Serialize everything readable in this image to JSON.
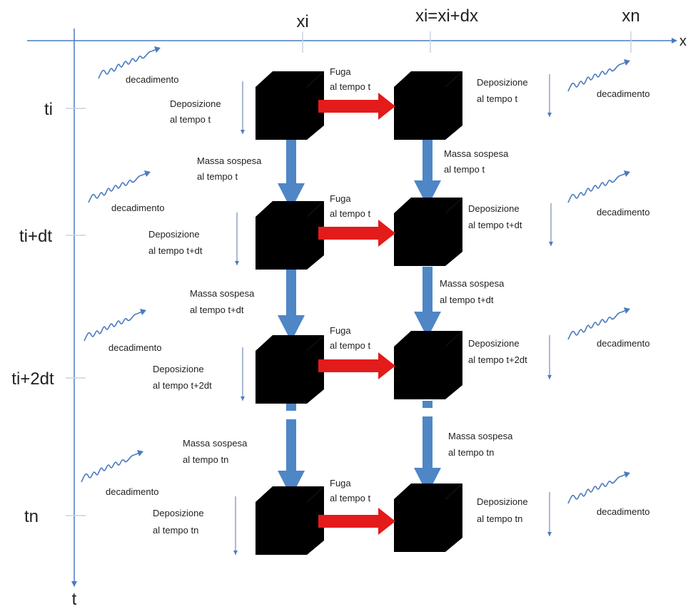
{
  "axes": {
    "x_tick_labels": [
      "xi",
      "xi=xi+dx",
      "xn"
    ],
    "x_axis_label": "x",
    "t_axis_label": "t",
    "t_tick_labels": [
      "ti",
      "ti+dt",
      "ti+2dt",
      "tn"
    ]
  },
  "labels": {
    "decay": "decadimento",
    "deposition": "Deposizione",
    "leak": "Fuga",
    "leak_time": "al tempo t",
    "suspended": "Massa sospesa"
  },
  "rows": [
    {
      "dep_time": "al tempo t",
      "susp_time": "al tempo t"
    },
    {
      "dep_time": "al tempo t+dt",
      "susp_time": "al tempo t+dt"
    },
    {
      "dep_time": "al tempo t+2dt",
      "susp_time": "al tempo tn"
    },
    {
      "dep_time": "al tempo tn"
    }
  ],
  "colors": {
    "axis": "#4a7bbf",
    "flow_arrow": "#4f86c6",
    "leak_arrow": "#e31b1b",
    "decay_wave": "#4a7bbf"
  },
  "icons": [
    "decay-wave-icon",
    "cube-icon"
  ]
}
